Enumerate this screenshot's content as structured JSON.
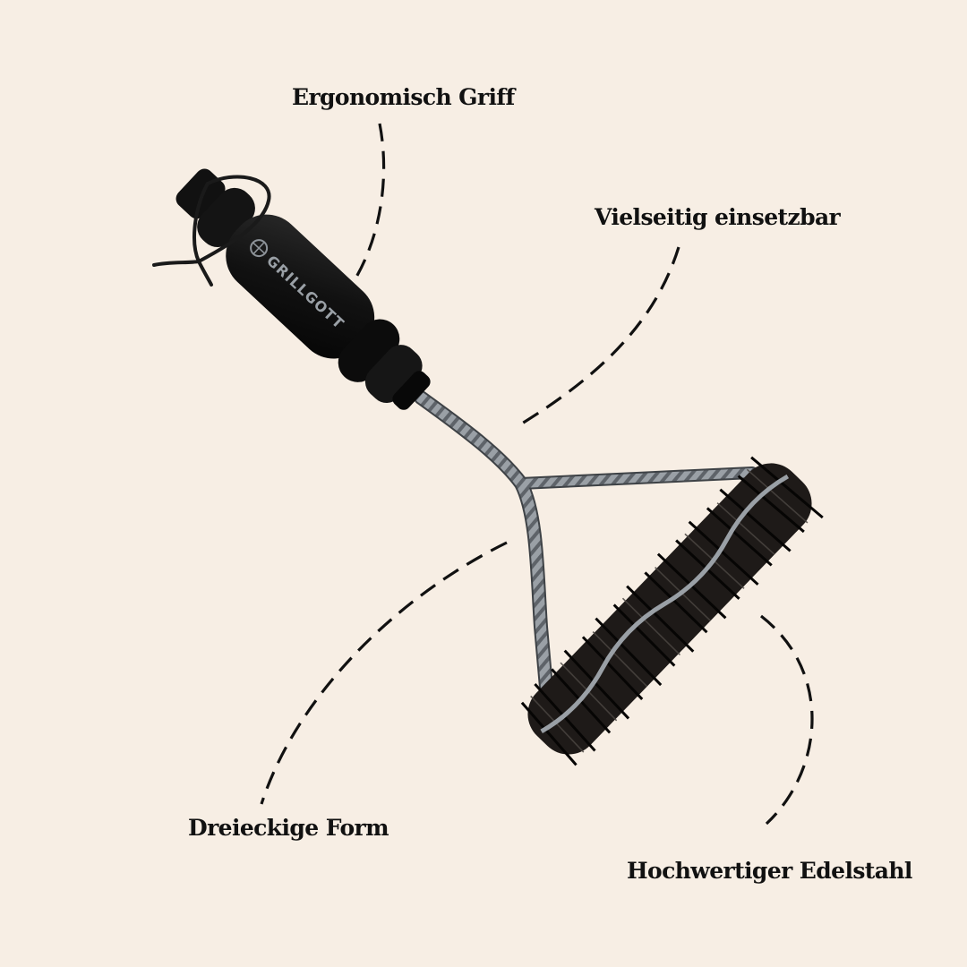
{
  "colors": {
    "background": "#f7eee4",
    "text": "#111111",
    "handle": "#121212",
    "wire": "#8f9499",
    "bristles": "#1e1a18"
  },
  "product": {
    "brand_on_handle": "GRILLGOTT"
  },
  "callouts": [
    {
      "label": "Ergonomisch Griff"
    },
    {
      "label": "Vielseitig einsetzbar"
    },
    {
      "label": "Dreieckige Form"
    },
    {
      "label": "Hochwertiger Edelstahl"
    }
  ]
}
